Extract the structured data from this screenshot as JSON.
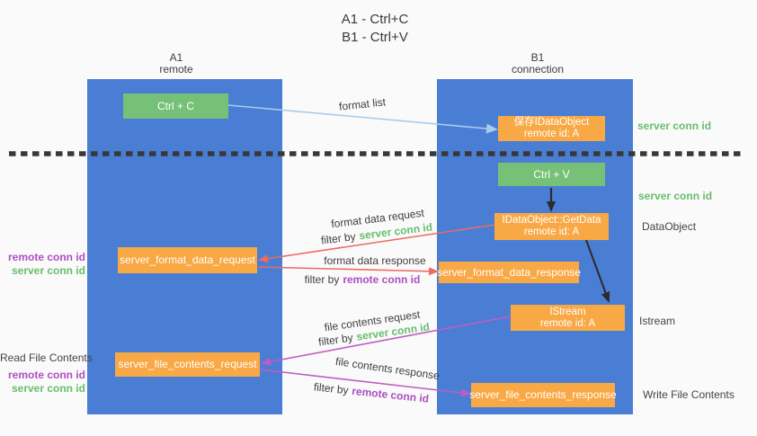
{
  "palette": {
    "background": "#FAFAFA",
    "lane_blue": "#4A7ED4",
    "node_green": "#77C077",
    "node_orange": "#F8A844",
    "arrow_light_blue": "#A8CBEC",
    "arrow_red": "#EC6A60",
    "arrow_magenta": "#C35BC3",
    "arrow_black": "#2B2B2B",
    "dashed_divider": "#383838",
    "text_dark": "#3D3D3D",
    "conn_id_green": "#67BE6C",
    "conn_id_purple": "#AE4EC2"
  },
  "title": {
    "line1": "A1 - Ctrl+C",
    "line2": "B1 - Ctrl+V"
  },
  "lanes": {
    "a1": {
      "name": "A1",
      "subtitle": "remote"
    },
    "b1": {
      "name": "B1",
      "subtitle": "connection"
    }
  },
  "nodes": {
    "ctrl_c": {
      "label": "Ctrl + C"
    },
    "save_dataobject": {
      "line1": "保存IDataObject",
      "line2": "remote id: A"
    },
    "ctrl_v": {
      "label": "Ctrl + V"
    },
    "getdata": {
      "line1": "IDataObject::GetData",
      "line2": "remote id: A"
    },
    "format_request": {
      "label": "server_format_data_request"
    },
    "format_response": {
      "label": "server_format_data_response"
    },
    "istream": {
      "line1": "IStream",
      "line2": "remote id: A"
    },
    "file_request": {
      "label": "server_file_contents_request"
    },
    "file_response": {
      "label": "server_file_contents_response"
    }
  },
  "flows": {
    "format_list": "format list",
    "format_data_request": "format data request",
    "format_data_response": "format data response",
    "file_contents_request": "file contents request",
    "file_contents_response": "file contents response",
    "filter_by": "filter by",
    "server_conn_id": "server conn id",
    "remote_conn_id": "remote conn id"
  },
  "side_labels": {
    "right_top_server_conn": "server conn id",
    "right_mid_server_conn": "server conn id",
    "dataobject": "DataObject",
    "istream": "Istream",
    "write_file_contents": "Write File Contents",
    "left_remote_conn_1": "remote conn id",
    "left_server_conn_1": "server conn id",
    "read_file_contents": "Read File Contents",
    "left_remote_conn_2": "remote conn id",
    "left_server_conn_2": "server conn id"
  }
}
